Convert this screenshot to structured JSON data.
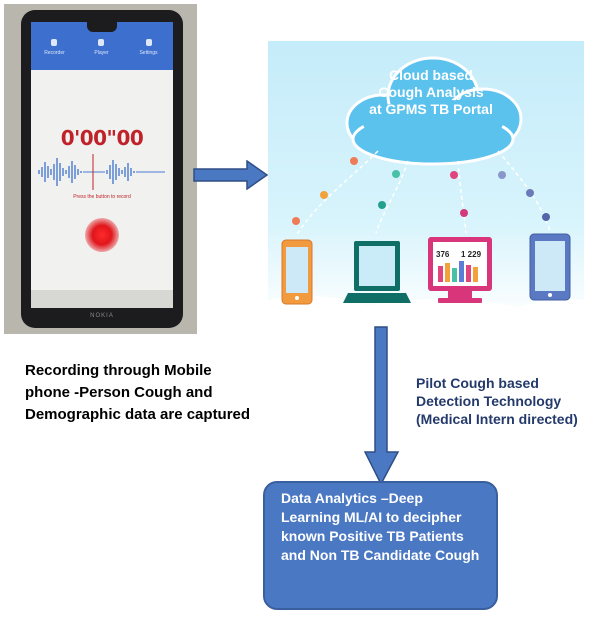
{
  "phone": {
    "timer": "0'00\"00",
    "hint": "Press the button to record",
    "tabs": [
      "Recorder",
      "Player",
      "Settings"
    ],
    "brand": "NOKIA"
  },
  "portal": {
    "title_lines": [
      "Cloud based",
      "Cough Analysis",
      "at GPMS TB Portal"
    ],
    "monitor_numbers": [
      "376",
      "1 229"
    ]
  },
  "caption": "Recording through Mobile phone -Person Cough and Demographic data are captured",
  "side_note": "Pilot Cough based Detection Technology (Medical Intern directed)",
  "analytics": "Data Analytics –Deep Learning ML/AI to decipher known Positive TB Patients and Non TB Candidate Cough",
  "colors": {
    "arrow_fill": "#4a78c2",
    "arrow_border": "#2f4f86",
    "box_fill": "#4a78c2",
    "side_text": "#243a6c",
    "timer": "#c0222a"
  }
}
